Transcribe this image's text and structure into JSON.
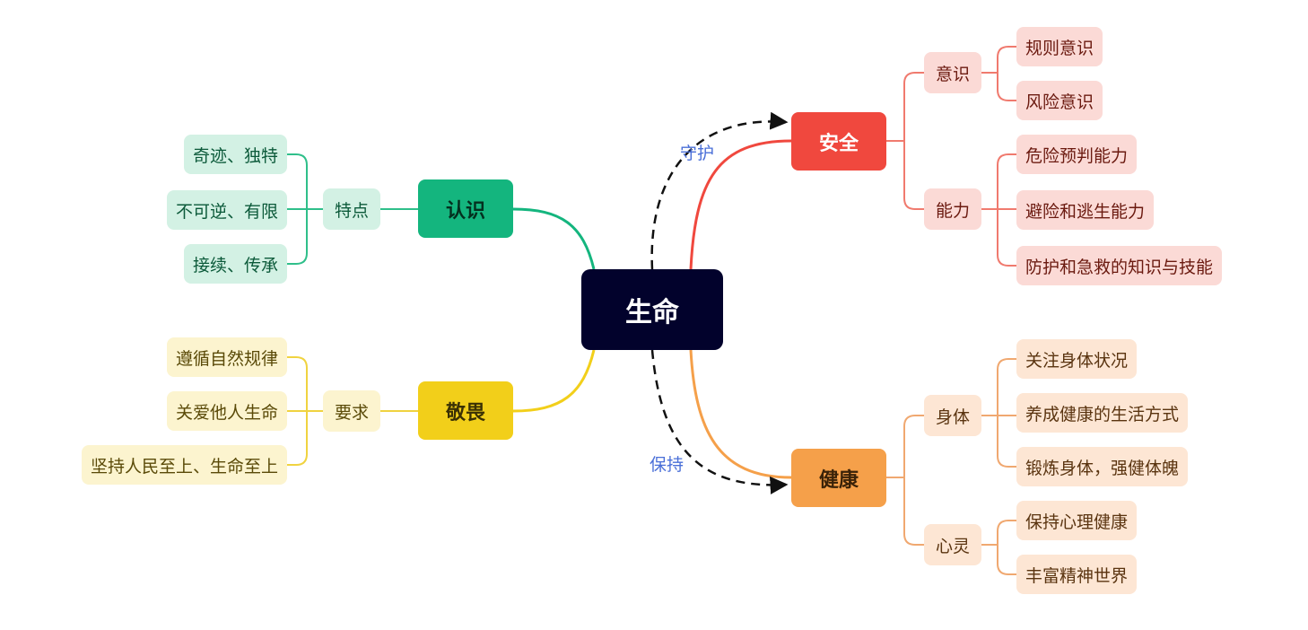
{
  "root": "生命",
  "colors": {
    "root": "#02022c",
    "safety": "#f0483e",
    "health": "#f5a04a",
    "cognition": "#14b57e",
    "awe": "#f2cf1a",
    "relation": "#4a6fd8"
  },
  "relations": {
    "guard": "守护",
    "keep": "保持"
  },
  "safety": {
    "label": "安全",
    "awareness": {
      "label": "意识",
      "items": [
        "规则意识",
        "风险意识"
      ]
    },
    "ability": {
      "label": "能力",
      "items": [
        "危险预判能力",
        "避险和逃生能力",
        "防护和急救的知识与技能"
      ]
    }
  },
  "health": {
    "label": "健康",
    "body": {
      "label": "身体",
      "items": [
        "关注身体状况",
        "养成健康的生活方式",
        "锻炼身体，强健体魄"
      ]
    },
    "mind": {
      "label": "心灵",
      "items": [
        "保持心理健康",
        "丰富精神世界"
      ]
    }
  },
  "cognition": {
    "label": "认识",
    "traits": {
      "label": "特点",
      "items": [
        "奇迹、独特",
        "不可逆、有限",
        "接续、传承"
      ]
    }
  },
  "awe": {
    "label": "敬畏",
    "requirements": {
      "label": "要求",
      "items": [
        "遵循自然规律",
        "关爱他人生命",
        "坚持人民至上、生命至上"
      ]
    }
  }
}
